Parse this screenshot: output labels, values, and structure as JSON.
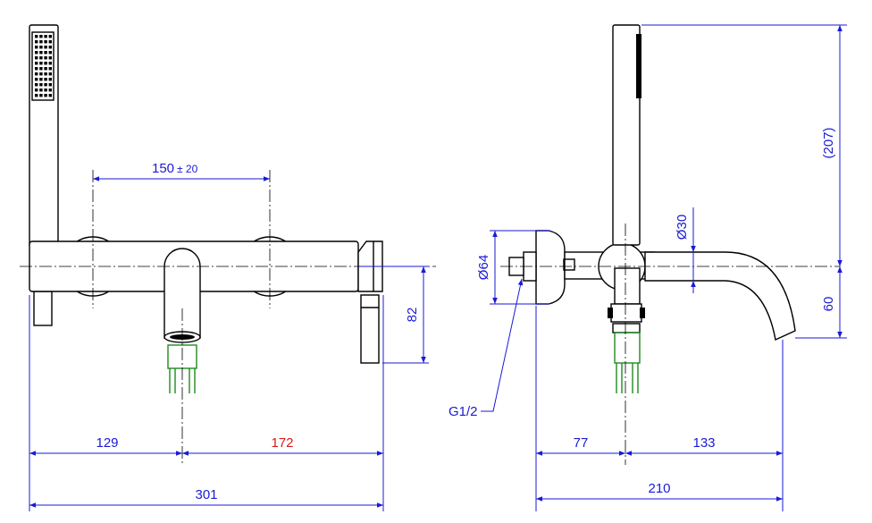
{
  "colors": {
    "dimension": "#1a1ad6",
    "highlight": "#d61a1a",
    "outline": "#000000",
    "connector": "#1f8a1f"
  },
  "front_view": {
    "spacing_value": "150",
    "spacing_tolerance": "± 20",
    "dim_129": "129",
    "dim_172": "172",
    "dim_301": "301",
    "dim_82": "82"
  },
  "side_view": {
    "dim_64": "Ø64",
    "dim_30": "Ø30",
    "dim_207": "(207)",
    "dim_60": "60",
    "dim_77": "77",
    "dim_133": "133",
    "dim_210": "210",
    "thread_label": "G1/2"
  }
}
